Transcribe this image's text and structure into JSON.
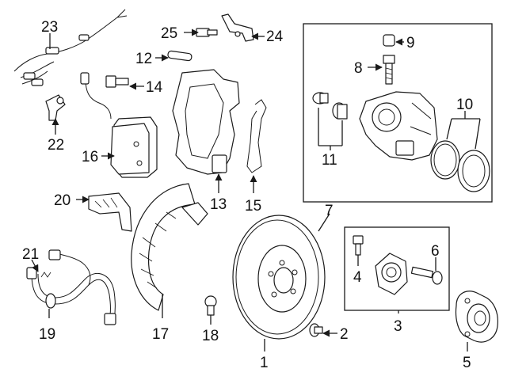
{
  "callouts": {
    "c1": "1",
    "c2": "2",
    "c3": "3",
    "c4": "4",
    "c5": "5",
    "c6": "6",
    "c7": "7",
    "c8": "8",
    "c9": "9",
    "c10": "10",
    "c11": "11",
    "c12": "12",
    "c13": "13",
    "c14": "14",
    "c15": "15",
    "c16": "16",
    "c17": "17",
    "c18": "18",
    "c19": "19",
    "c20": "20",
    "c21": "21",
    "c22": "22",
    "c23": "23",
    "c24": "24",
    "c25": "25"
  }
}
